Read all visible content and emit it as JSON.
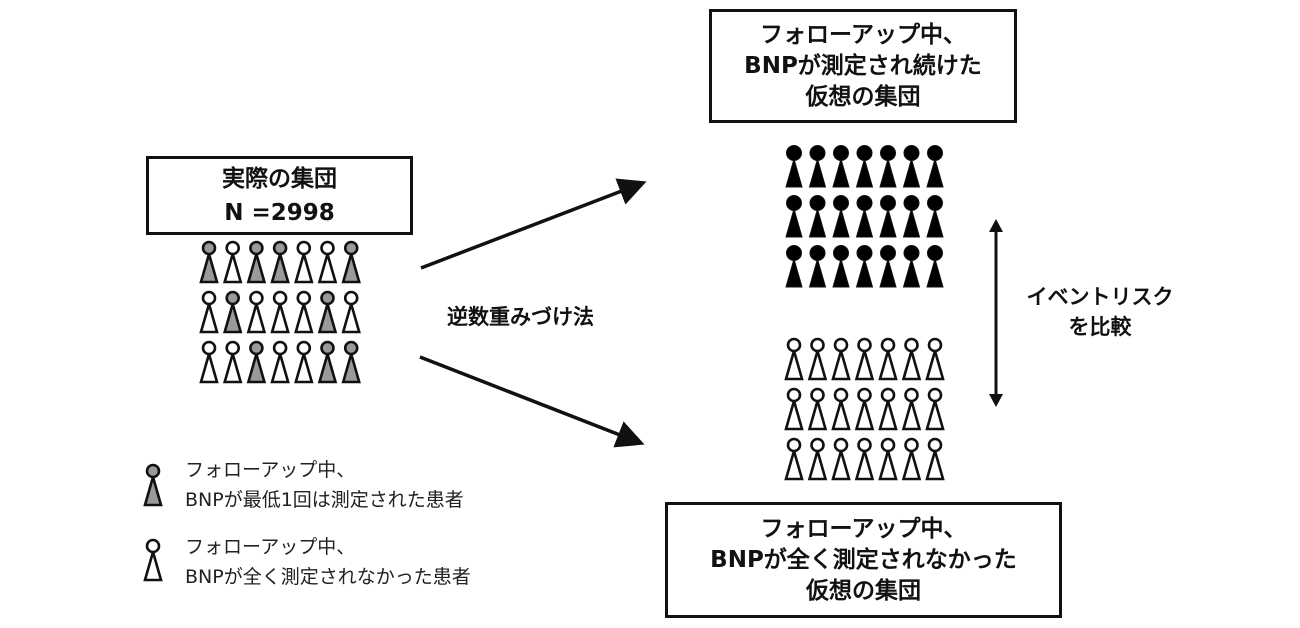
{
  "actual_group": {
    "title": "実際の集団",
    "n_label": "N =2998",
    "grid_rows": [
      [
        "gray",
        "white",
        "gray",
        "gray",
        "white",
        "white",
        "gray"
      ],
      [
        "white",
        "gray",
        "white",
        "white",
        "white",
        "gray",
        "white"
      ],
      [
        "white",
        "white",
        "gray",
        "white",
        "white",
        "gray",
        "gray"
      ]
    ]
  },
  "method_label": "逆数重みづけ法",
  "measured_group": {
    "lines": [
      "フォローアップ中、",
      "BNPが測定され続けた",
      "仮想の集団"
    ],
    "rows": 3,
    "cols": 7,
    "figure_style": "black"
  },
  "unmeasured_group": {
    "lines": [
      "フォローアップ中、",
      "BNPが全く測定されなかった",
      "仮想の集団"
    ],
    "rows": 3,
    "cols": 7,
    "figure_style": "white"
  },
  "compare_label": [
    "イベントリスク",
    "を比較"
  ],
  "legend": [
    {
      "icon": "gray-person-icon",
      "lines": [
        "フォローアップ中、",
        "BNPが最低1回は測定された患者"
      ]
    },
    {
      "icon": "white-person-icon",
      "lines": [
        "フォローアップ中、",
        "BNPが全く測定されなかった患者"
      ]
    }
  ],
  "colors": {
    "stroke": "#111111",
    "gray_fill": "#9a9a9a",
    "white_fill": "#ffffff",
    "black_fill": "#000000"
  }
}
